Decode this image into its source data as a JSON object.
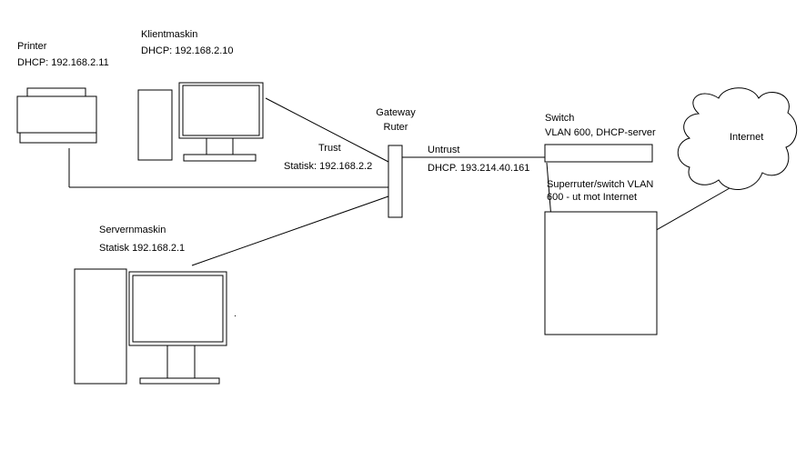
{
  "printer": {
    "name": "Printer",
    "address": "DHCP: 192.168.2.11"
  },
  "client": {
    "name": "Klientmaskin",
    "address": "DHCP: 192.168.2.10"
  },
  "server": {
    "name": "Servernmaskin",
    "address": "Statisk 192.168.2.1"
  },
  "gateway": {
    "line1": "Gateway",
    "line2": "Ruter"
  },
  "trust": {
    "label": "Trust",
    "address": "Statisk: 192.168.2.2"
  },
  "untrust": {
    "label": "Untrust",
    "address": "DHCP. 193.214.40.161"
  },
  "switch": {
    "name": "Switch",
    "detail": "VLAN 600, DHCP-server"
  },
  "superrouter": {
    "line1": "Superruter/switch VLAN",
    "line2": "600 - ut mot Internet"
  },
  "internet": {
    "label": "Internet"
  }
}
